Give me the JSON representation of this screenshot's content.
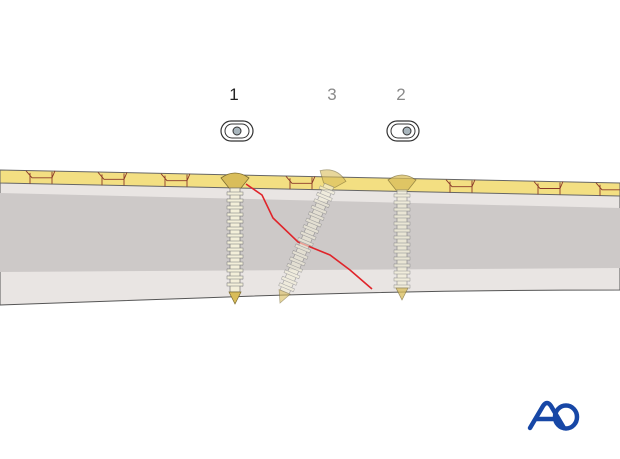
{
  "labels": {
    "screw1": "1",
    "screw2": "2",
    "screw3": "3"
  },
  "logo": {
    "text": "AO",
    "color": "#1747a6"
  },
  "colors": {
    "plate": "#f3df82",
    "bone_cortex": "#e9e5e3",
    "bone_medulla": "#cdc9c8",
    "fracture_line": "#e0242a",
    "screw": "#f3efd9",
    "screw_head": "#d9bd5a",
    "label_active": "#222222",
    "label_inactive": "#8a8a8a"
  },
  "holes": [
    {
      "screw": "1",
      "position_in_slot": "centered"
    },
    {
      "screw": "2",
      "position_in_slot": "eccentric"
    }
  ]
}
